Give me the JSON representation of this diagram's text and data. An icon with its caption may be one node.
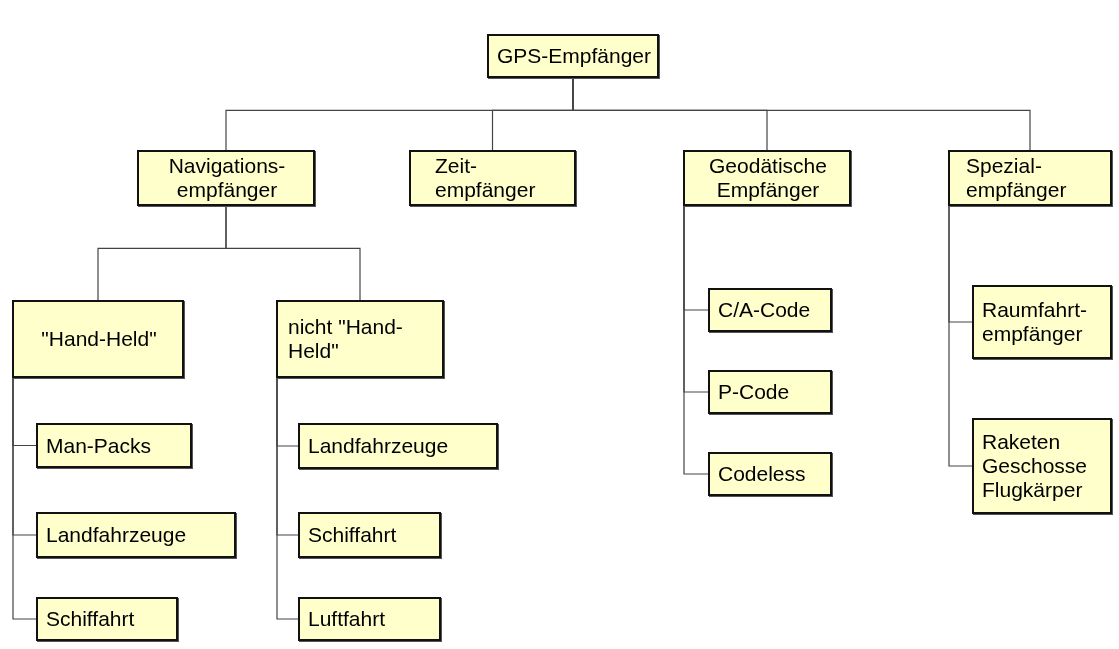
{
  "diagram": {
    "nodes": [
      {
        "text": [
          "GPS-Empfänger"
        ]
      },
      {
        "text": [
          "Navigations- empfänger"
        ]
      },
      {
        "text": [
          "Zeit- empfänger"
        ]
      },
      {
        "text": [
          "Geodätische Empfänger"
        ]
      },
      {
        "text": [
          "Spezial- empfänger"
        ]
      },
      {
        "text": [
          "\"Hand-Held\""
        ]
      },
      {
        "text": [
          "nicht \"Hand-Held\""
        ]
      },
      {
        "text": [
          "Man-Packs"
        ]
      },
      {
        "text": [
          "Landfahrzeuge"
        ]
      },
      {
        "text": [
          "Schiffahrt"
        ]
      },
      {
        "text": [
          "Landfahrzeuge"
        ]
      },
      {
        "text": [
          "Schiffahrt"
        ]
      },
      {
        "text": [
          "Luftfahrt"
        ]
      },
      {
        "text": [
          "C/A-Code"
        ]
      },
      {
        "text": [
          "P-Code"
        ]
      },
      {
        "text": [
          "Codeless"
        ]
      },
      {
        "text": [
          "Raumfahrt- empfänger"
        ]
      },
      {
        "text": [
          "Raketen Geschosse Flugkärper"
        ]
      }
    ],
    "edges": [
      {
        "from": 0,
        "to": 1,
        "arrow": "none"
      },
      {
        "from": 0,
        "to": 2,
        "arrow": "none"
      },
      {
        "from": 0,
        "to": 3,
        "arrow": "none"
      },
      {
        "from": 0,
        "to": 4,
        "arrow": "none"
      },
      {
        "from": 1,
        "to": 5,
        "arrow": "none"
      },
      {
        "from": 1,
        "to": 6,
        "arrow": "none"
      },
      {
        "from": 5,
        "to": 7,
        "arrow": "none"
      },
      {
        "from": 5,
        "to": 8,
        "arrow": "none"
      },
      {
        "from": 5,
        "to": 9,
        "arrow": "none"
      },
      {
        "from": 6,
        "to": 10,
        "arrow": "none"
      },
      {
        "from": 6,
        "to": 11,
        "arrow": "none"
      },
      {
        "from": 6,
        "to": 12,
        "arrow": "none"
      },
      {
        "from": 3,
        "to": 13,
        "arrow": "none"
      },
      {
        "from": 3,
        "to": 14,
        "arrow": "none"
      },
      {
        "from": 3,
        "to": 15,
        "arrow": "none"
      },
      {
        "from": 4,
        "to": 16,
        "arrow": "none"
      },
      {
        "from": 4,
        "to": 17,
        "arrow": "none"
      }
    ]
  }
}
